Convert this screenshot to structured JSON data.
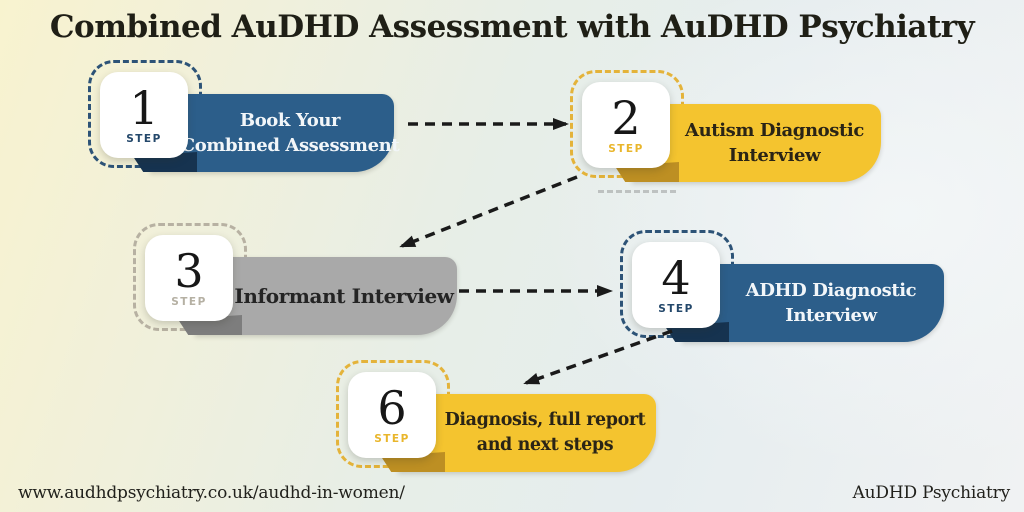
{
  "title": "Combined AuDHD Assessment with AuDHD Psychiatry",
  "steps": [
    {
      "number": "1",
      "step_label": "STEP",
      "line1": "Book Your",
      "line2": "Combined Assessment",
      "theme": "blue"
    },
    {
      "number": "2",
      "step_label": "STEP",
      "line1": "Autism Diagnostic",
      "line2": "Interview",
      "theme": "yellow"
    },
    {
      "number": "3",
      "step_label": "STEP",
      "line1": "Informant Interview",
      "line2": "",
      "theme": "gray"
    },
    {
      "number": "4",
      "step_label": "STEP",
      "line1": "ADHD Diagnostic",
      "line2": "Interview",
      "theme": "blue"
    },
    {
      "number": "6",
      "step_label": "STEP",
      "line1": "Diagnosis, full report",
      "line2": "and next steps",
      "theme": "yellow"
    }
  ],
  "flow": [
    "step-1 to step-2",
    "step-2 to step-3",
    "step-3 to step-4",
    "step-4 to step-6"
  ],
  "footer": {
    "url": "www.audhdpsychiatry.co.uk/audhd-in-women/",
    "brand": "AuDHD Psychiatry"
  },
  "colors": {
    "banner_blue": "#2c5e8a",
    "banner_blue_fold": "#163350",
    "banner_yellow": "#f4c42f",
    "banner_yellow_fold": "#bd8f23",
    "banner_gray": "#a9a9a9",
    "banner_gray_fold": "#7d7d7d",
    "arrow": "#1a1a1a",
    "title_text": "#1f1f16",
    "background_left": "#f8f3cf",
    "background_right": "#eef1f2"
  }
}
